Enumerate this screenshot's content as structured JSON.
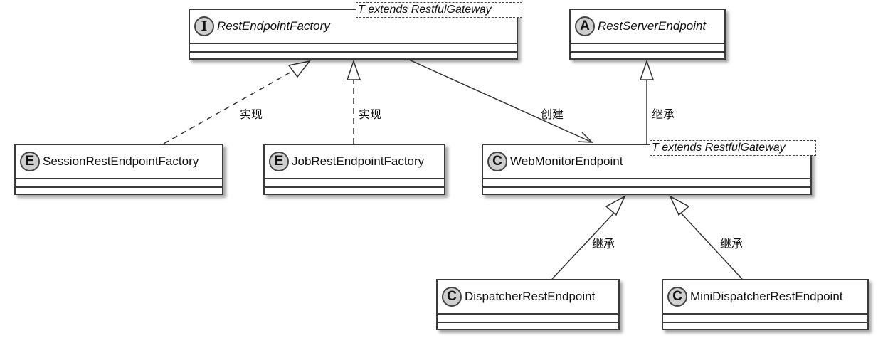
{
  "diagram": {
    "classes": {
      "rest_endpoint_factory": {
        "name": "RestEndpointFactory",
        "stereotype": "I",
        "kind": "interface",
        "template": "T extends RestfulGateway"
      },
      "rest_server_endpoint": {
        "name": "RestServerEndpoint",
        "stereotype": "A",
        "kind": "abstract"
      },
      "session_rest_endpoint_factory": {
        "name": "SessionRestEndpointFactory",
        "stereotype": "E",
        "kind": "enum"
      },
      "job_rest_endpoint_factory": {
        "name": "JobRestEndpointFactory",
        "stereotype": "E",
        "kind": "enum"
      },
      "web_monitor_endpoint": {
        "name": "WebMonitorEndpoint",
        "stereotype": "C",
        "kind": "class",
        "template": "T extends RestfulGateway"
      },
      "dispatcher_rest_endpoint": {
        "name": "DispatcherRestEndpoint",
        "stereotype": "C",
        "kind": "class"
      },
      "mini_dispatcher_rest_endpoint": {
        "name": "MiniDispatcherRestEndpoint",
        "stereotype": "C",
        "kind": "class"
      }
    },
    "relations": [
      {
        "from": "SessionRestEndpointFactory",
        "to": "RestEndpointFactory",
        "type": "realization",
        "label": "实现"
      },
      {
        "from": "JobRestEndpointFactory",
        "to": "RestEndpointFactory",
        "type": "realization",
        "label": "实现"
      },
      {
        "from": "RestEndpointFactory",
        "to": "WebMonitorEndpoint",
        "type": "association",
        "label": "创建"
      },
      {
        "from": "WebMonitorEndpoint",
        "to": "RestServerEndpoint",
        "type": "generalization",
        "label": "继承"
      },
      {
        "from": "DispatcherRestEndpoint",
        "to": "WebMonitorEndpoint",
        "type": "generalization",
        "label": "继承"
      },
      {
        "from": "MiniDispatcherRestEndpoint",
        "to": "WebMonitorEndpoint",
        "type": "generalization",
        "label": "继承"
      }
    ]
  }
}
